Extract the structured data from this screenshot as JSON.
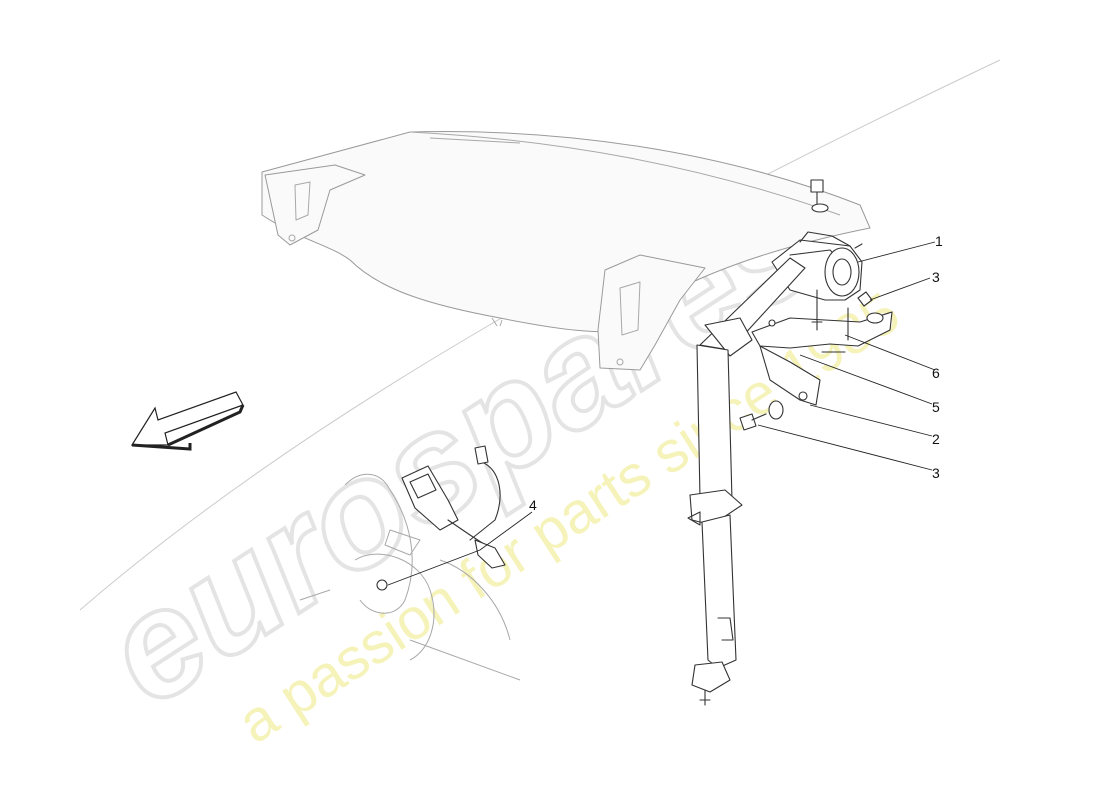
{
  "callouts": [
    "1",
    "3",
    "6",
    "5",
    "2",
    "3",
    "4"
  ],
  "watermark": {
    "brand": "eurospares",
    "tagline": "a passion for parts since 1985"
  },
  "icons": [
    "direction-arrow-icon"
  ]
}
